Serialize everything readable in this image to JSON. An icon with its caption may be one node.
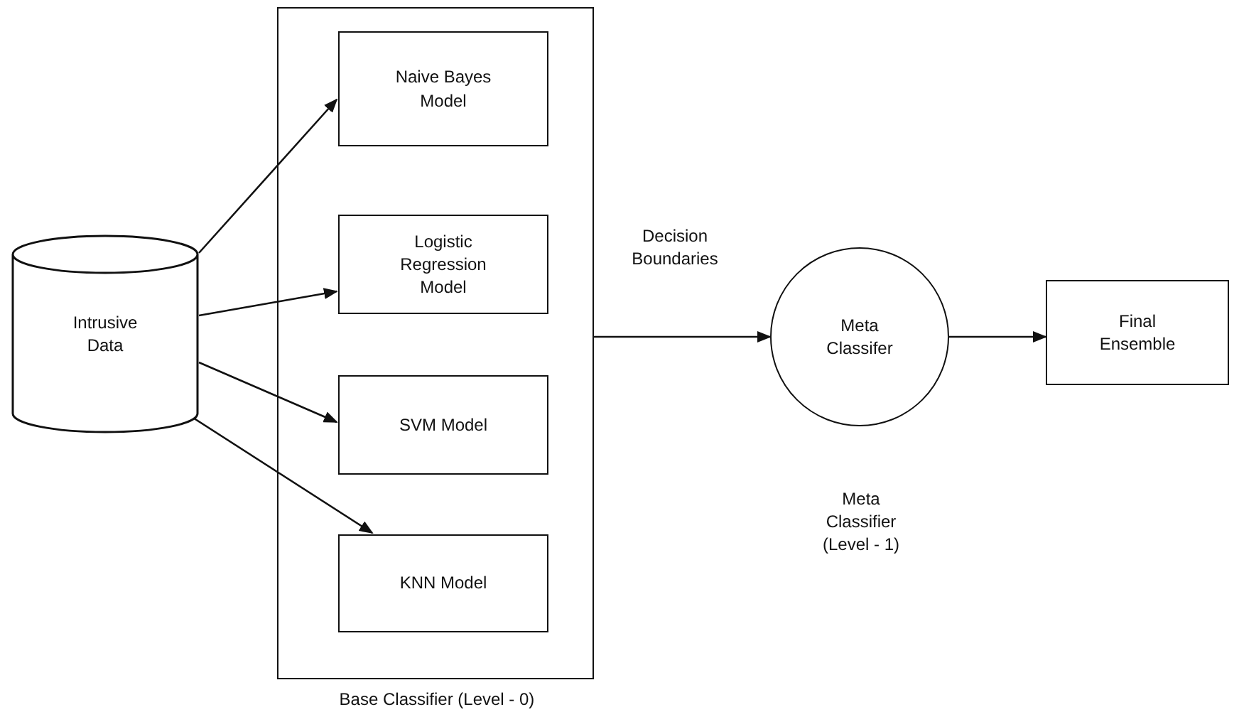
{
  "diagram": {
    "nodes": [
      {
        "text": [
          "Intrusive Data"
        ]
      },
      {
        "text": [
          "Base Classifier (Level - 0)"
        ]
      },
      {
        "text": [
          "Naive Bayes Model"
        ],
        "in": 1
      },
      {
        "text": [
          "Logistic Regression Model"
        ],
        "in": 1
      },
      {
        "text": [
          "SVM Model"
        ],
        "in": 1
      },
      {
        "text": [
          "KNN Model"
        ],
        "in": 1
      },
      {
        "text": [
          "Meta Classifer"
        ],
        "beside": [
          "Meta Classifier (Level - 1)"
        ]
      },
      {
        "text": [
          "Final Ensemble"
        ]
      }
    ],
    "edges": [
      {
        "from": 0,
        "to": 2,
        "arrow": "to"
      },
      {
        "from": 0,
        "to": 3,
        "arrow": "to"
      },
      {
        "from": 0,
        "to": 4,
        "arrow": "to"
      },
      {
        "from": 0,
        "to": 5,
        "arrow": "to"
      },
      {
        "from": 1,
        "to": 6,
        "arrow": "to",
        "label": "Decision Boundaries"
      },
      {
        "from": 6,
        "to": 7,
        "arrow": "to"
      }
    ]
  }
}
